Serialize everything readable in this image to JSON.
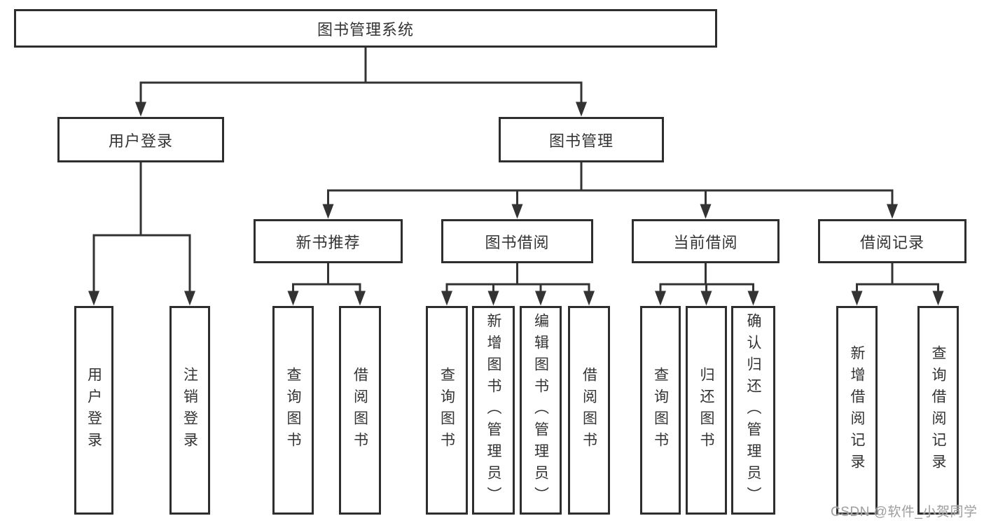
{
  "diagram": {
    "title": "图书管理系统",
    "nodes": [
      {
        "id": "root",
        "label": "图书管理系统",
        "parent": null
      },
      {
        "id": "user-login",
        "label": "用户登录",
        "parent": "root"
      },
      {
        "id": "book-mgmt",
        "label": "图书管理",
        "parent": "root"
      },
      {
        "id": "new-book-rec",
        "label": "新书推荐",
        "parent": "book-mgmt"
      },
      {
        "id": "book-borrow",
        "label": "图书借阅",
        "parent": "book-mgmt"
      },
      {
        "id": "current-borrow",
        "label": "当前借阅",
        "parent": "book-mgmt"
      },
      {
        "id": "borrow-records",
        "label": "借阅记录",
        "parent": "book-mgmt"
      },
      {
        "id": "leaf-user-login",
        "label": "用户登录",
        "parent": "user-login"
      },
      {
        "id": "leaf-logout",
        "label": "注销登录",
        "parent": "user-login"
      },
      {
        "id": "leaf-query-book-1",
        "label": "查询图书",
        "parent": "new-book-rec"
      },
      {
        "id": "leaf-borrow-book-1",
        "label": "借阅图书",
        "parent": "new-book-rec"
      },
      {
        "id": "leaf-query-book-2",
        "label": "查询图书",
        "parent": "book-borrow"
      },
      {
        "id": "leaf-add-book",
        "label": "新增图书（管理员）",
        "parent": "book-borrow"
      },
      {
        "id": "leaf-edit-book",
        "label": "编辑图书（管理员）",
        "parent": "book-borrow"
      },
      {
        "id": "leaf-borrow-book-2",
        "label": "借阅图书",
        "parent": "book-borrow"
      },
      {
        "id": "leaf-query-book-3",
        "label": "查询图书",
        "parent": "current-borrow"
      },
      {
        "id": "leaf-return-book",
        "label": "归还图书",
        "parent": "current-borrow"
      },
      {
        "id": "leaf-confirm-return",
        "label": "确认归还（管理员）",
        "parent": "current-borrow"
      },
      {
        "id": "leaf-add-borrow-record",
        "label": "新增借阅记录",
        "parent": "borrow-records"
      },
      {
        "id": "leaf-query-borrow-record",
        "label": "查询借阅记录",
        "parent": "borrow-records"
      }
    ]
  },
  "watermark": {
    "text": "CSDN @软件_小贺同学"
  },
  "colors": {
    "line": "#333333",
    "box_border": "#2e2e2e",
    "box_fill": "#ffffff",
    "text": "#333333",
    "watermark": "#9e9e9e",
    "background": "#ffffff"
  }
}
